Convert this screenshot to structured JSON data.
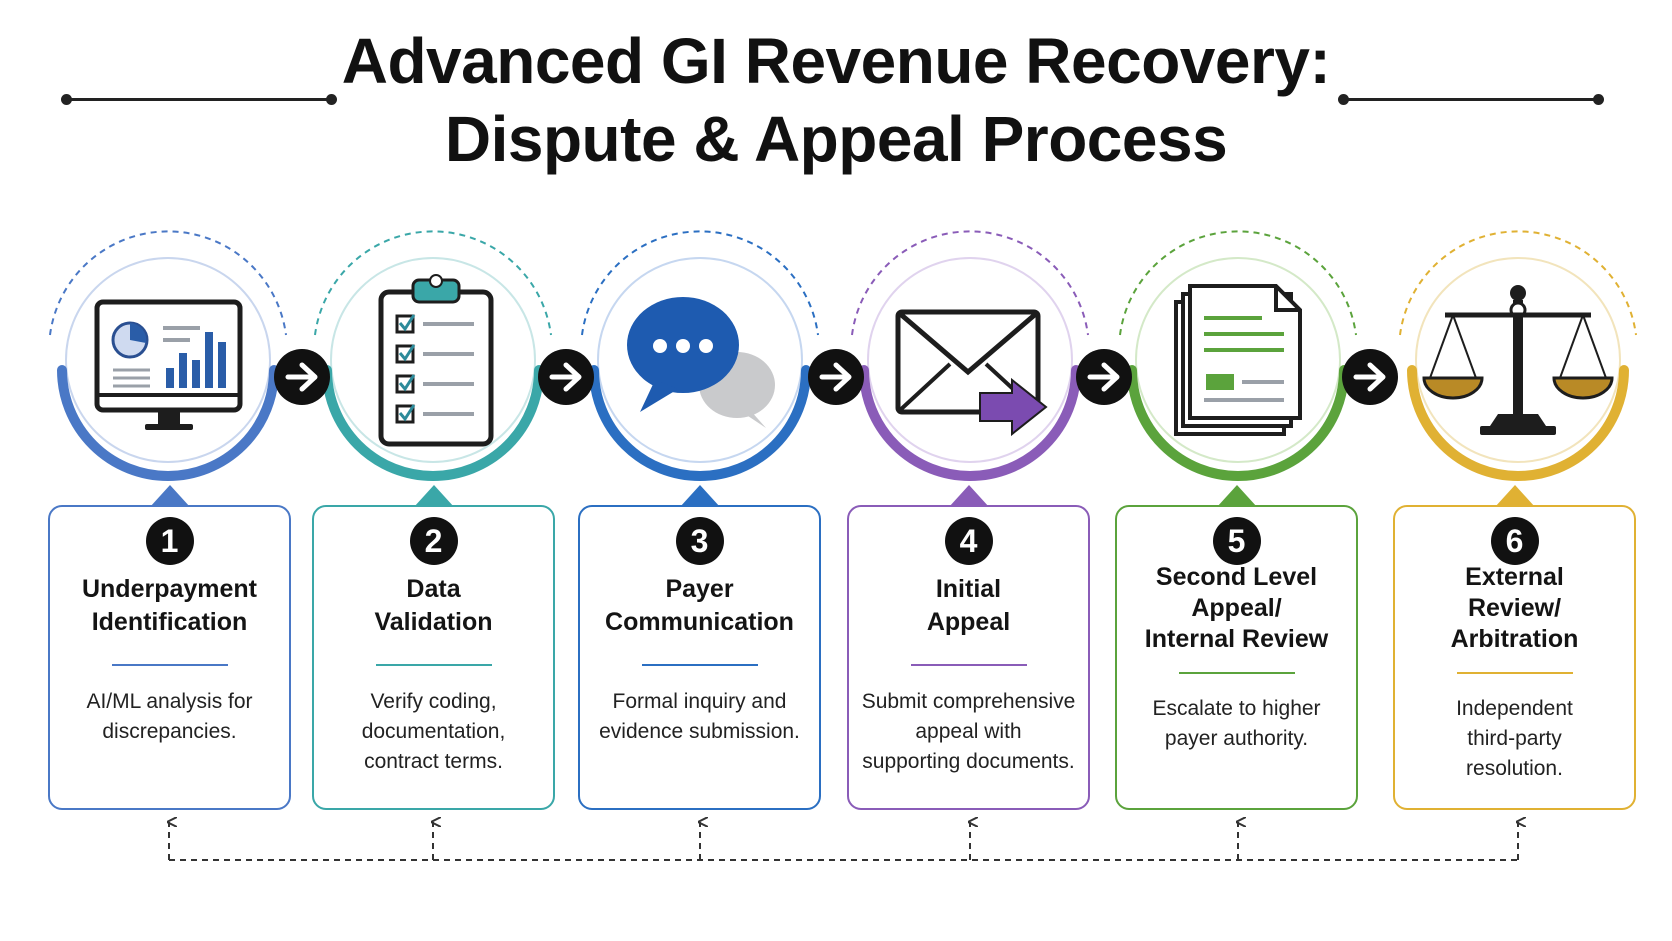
{
  "title": {
    "line1": "Advanced GI Revenue Recovery:",
    "line2": "Dispute & Appeal Process"
  },
  "colors": {
    "step1": "#4a78c6",
    "step2": "#3aa7a8",
    "step3": "#2b6fc2",
    "step4": "#8a5cb8",
    "step5": "#5ba33c",
    "step6": "#e0b133",
    "arrow_circle": "#111111",
    "loop_line": "#333333"
  },
  "steps": [
    {
      "number": "1",
      "title_lines": [
        "Underpayment",
        "Identification"
      ],
      "desc_lines": [
        "AI/ML analysis for",
        "discrepancies."
      ],
      "icon": "computer-monitor-chart-icon"
    },
    {
      "number": "2",
      "title_lines": [
        "Data",
        "Validation"
      ],
      "desc_lines": [
        "Verify coding,",
        "documentation,",
        "contract terms."
      ],
      "icon": "clipboard-checklist-icon"
    },
    {
      "number": "3",
      "title_lines": [
        "Payer",
        "Communication"
      ],
      "desc_lines": [
        "Formal inquiry and",
        "evidence submission."
      ],
      "icon": "chat-bubbles-icon"
    },
    {
      "number": "4",
      "title_lines": [
        "Initial",
        "Appeal"
      ],
      "desc_lines": [
        "Submit comprehensive",
        "appeal with",
        "supporting documents."
      ],
      "icon": "envelope-send-icon"
    },
    {
      "number": "5",
      "title_lines": [
        "Second Level",
        "Appeal/",
        "Internal Review"
      ],
      "desc_lines": [
        "Escalate to higher",
        "payer authority."
      ],
      "icon": "stacked-documents-icon"
    },
    {
      "number": "6",
      "title_lines": [
        "External",
        "Review/",
        "Arbitration"
      ],
      "desc_lines": [
        "Independent",
        "third-party",
        "resolution."
      ],
      "icon": "scales-of-justice-icon"
    }
  ]
}
